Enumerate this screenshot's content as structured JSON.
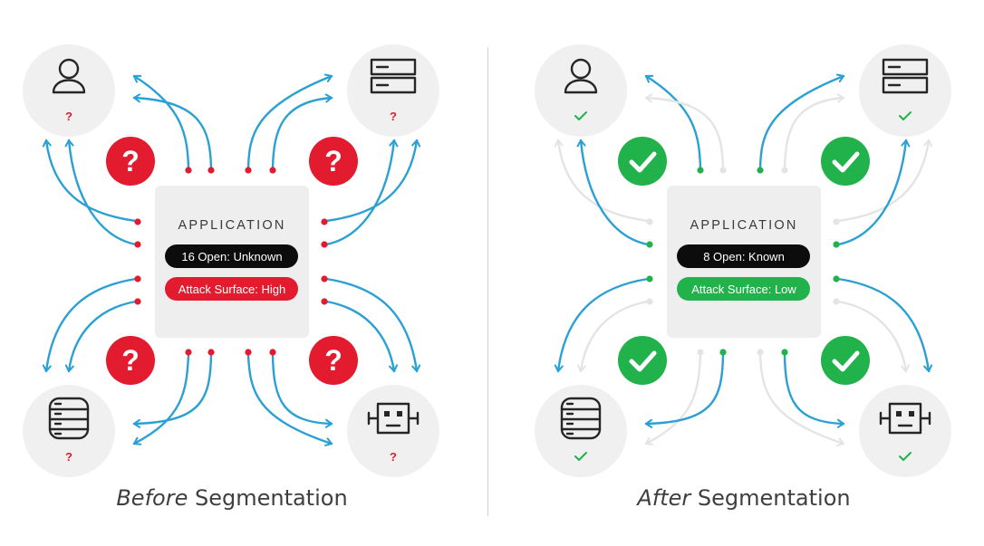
{
  "colors": {
    "blue": "#2aa0d4",
    "faint": "#e4e4e4",
    "red": "#e21b2e",
    "green": "#22b24c",
    "node_bg": "#f0f0f0",
    "panel_bg": "#eeeeee",
    "icon": "#262626",
    "pill_dark": "#0c0c0c"
  },
  "panels": [
    {
      "key": "before",
      "status": "question",
      "app_title": "APPLICATION",
      "open_label": "16 Open: Unknown",
      "surface_label": "Attack Surface: High",
      "surface_color": "#e21b2e",
      "node_mark": "?",
      "caption_emphasis": "Before",
      "caption_rest": " Segmentation",
      "faint_links": []
    },
    {
      "key": "after",
      "status": "check",
      "app_title": "APPLICATION",
      "open_label": "8 Open: Known",
      "surface_label": "Attack Surface: Low",
      "surface_color": "#22b24c",
      "node_mark": "✓",
      "caption_emphasis": "After",
      "caption_rest": " Segmentation",
      "faint_links": [
        1,
        2,
        5,
        6,
        9,
        10,
        13,
        14
      ]
    }
  ],
  "nodes": [
    {
      "corner": "top-left",
      "icon": "user-icon"
    },
    {
      "corner": "top-right",
      "icon": "server-icon"
    },
    {
      "corner": "bottom-left",
      "icon": "database-icon"
    },
    {
      "corner": "bottom-right",
      "icon": "robot-icon"
    }
  ]
}
